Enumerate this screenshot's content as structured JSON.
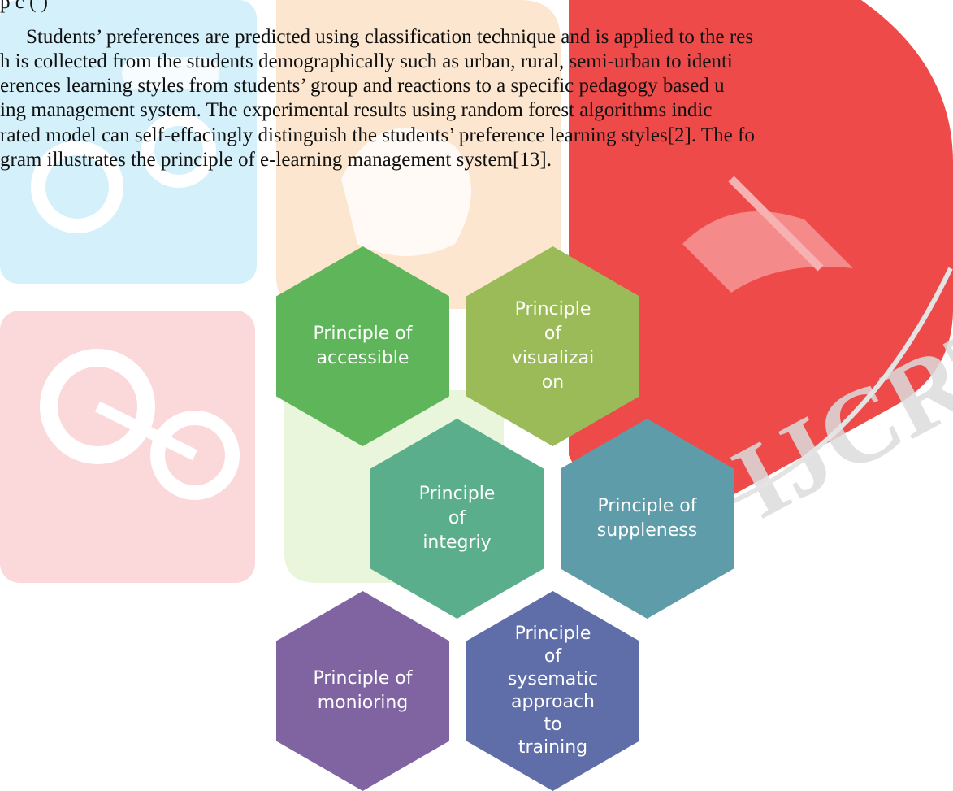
{
  "paragraph": {
    "line0": "p    c                                                          (    )",
    "line1": "Students’ preferences are predicted using classification technique and is applied to the res",
    "line2": "h is collected from the students demographically such as urban, rural, semi-urban to identi",
    "line3": "erences learning styles from students’ group and reactions to a specific pedagogy based u",
    "line4": "ing management system. The experimental results using random forest algorithms indic",
    "line5": "rated model can self-effacingly distinguish the students’ preference learning styles[2]. The fo",
    "line6": "gram illustrates the principle of e-learning management system[13]."
  },
  "watermark": {
    "text": "IJCRT",
    "colors": {
      "cyan": "#d4f1fb",
      "orange": "#fde6cf",
      "pink": "#fbd9db",
      "red": "#ee4a4a",
      "lightgreen": "#e9f6dc",
      "gray": "#dcdcdc"
    }
  },
  "diagram": {
    "hexagons": [
      {
        "label": "Principle of\naccessible",
        "color": "#5fb55a"
      },
      {
        "label": "Principle\nof\nvisualizai\non",
        "color": "#9bbb59"
      },
      {
        "label": "Principle\nof\nintegriy",
        "color": "#5aae8c"
      },
      {
        "label": "Principle of\nsuppleness",
        "color": "#5e9ca9"
      },
      {
        "label": "Principle of\nmonioring",
        "color": "#8064a2"
      },
      {
        "label": "Principle\nof\nsysematic\napproach\nto\ntraining",
        "color": "#5f6ea8"
      }
    ]
  }
}
